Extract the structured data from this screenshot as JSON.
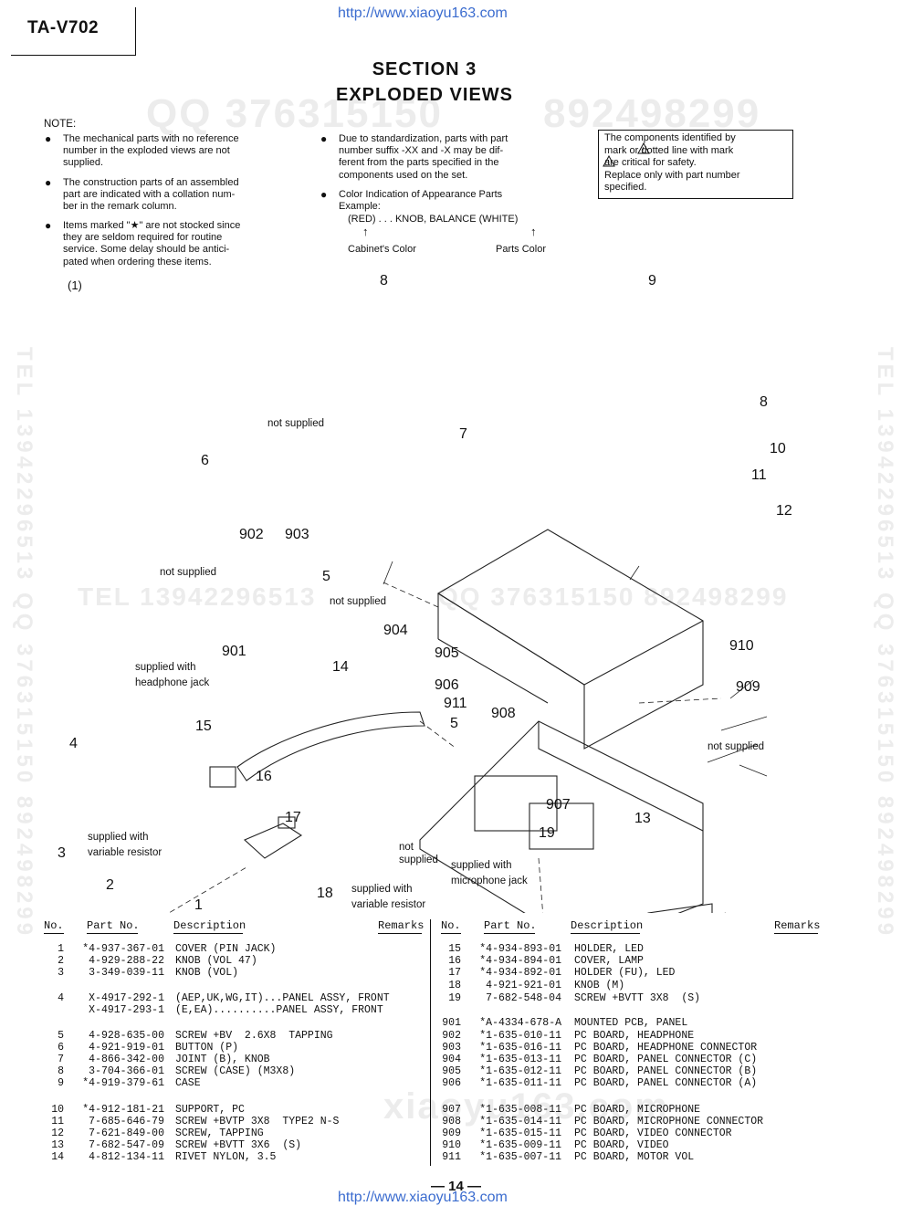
{
  "header": {
    "model": "TA-V702",
    "url_top": "http://www.xiaoyu163.com",
    "url_bottom": "http://www.xiaoyu163.com"
  },
  "title": {
    "line1": "SECTION 3",
    "line2": "EXPLODED VIEWS"
  },
  "watermarks": {
    "qq1": "QQ 376315150",
    "qq2": "892498299",
    "tel_mid": "TEL 13942296513",
    "qq_mid": "QQ 376315150 892498299",
    "side_left": "TEL 13942296513 QQ 376315150 892498299",
    "side_right": "TEL 13942296513 QQ 376315150 892498299",
    "bottom": "xiaoyu163.com"
  },
  "notes": {
    "label": "NOTE:",
    "left": [
      [
        "The mechanical parts with no reference",
        "number in the exploded views are not",
        "supplied."
      ],
      [
        "The construction parts of an assembled",
        "part are indicated with a collation num-",
        "ber in the remark column."
      ],
      [
        "Items marked \"★\" are not stocked since",
        "they are seldom required for routine",
        "service.  Some delay should be antici-",
        "pated when ordering these items."
      ]
    ],
    "right1": [
      "Due to standardization, parts with part",
      "number suffix -XX and -X may be dif-",
      "ferent from the parts specified in the",
      "components used on the set."
    ],
    "right2": [
      "Color Indication of Appearance Parts",
      "Example:"
    ],
    "example": "(RED) . . . KNOB, BALANCE (WHITE)",
    "cabinet_color": "Cabinet's Color",
    "parts_color": "Parts Color",
    "safety": [
      "The  components  identified  by",
      "mark      or dotted line with mark",
      "      are critical for safety.",
      "Replace  only  with  part  number",
      "specified."
    ]
  },
  "diagram": {
    "figure_label": "(1)",
    "callouts": [
      "8",
      "9",
      "8",
      "7",
      "10",
      "11",
      "12",
      "6",
      "902",
      "903",
      "5",
      "904",
      "901",
      "14",
      "905",
      "906",
      "911",
      "910",
      "909",
      "15",
      "4",
      "16",
      "5",
      "908",
      "907",
      "17",
      "13",
      "19",
      "3",
      "2",
      "18",
      "1"
    ],
    "texts": [
      "not supplied",
      "not supplied",
      "not supplied",
      "supplied with",
      "headphone jack",
      "not supplied",
      "supplied with",
      "variable resistor",
      "not",
      "supplied",
      "supplied with",
      "microphone jack",
      "supplied with",
      "variable resistor"
    ]
  },
  "table": {
    "headers": {
      "no": "No.",
      "part": "Part No.",
      "desc": "Description",
      "remarks": "Remarks"
    },
    "left_rows": [
      [
        "1",
        "*4-937-367-01",
        "COVER (PIN JACK)"
      ],
      [
        "2",
        "4-929-288-22",
        "KNOB (VOL 47)"
      ],
      [
        "3",
        "3-349-039-11",
        "KNOB (VOL)"
      ],
      [
        "4",
        "X-4917-292-1",
        "(AEP,UK,WG,IT)...PANEL ASSY, FRONT"
      ],
      [
        "",
        "X-4917-293-1",
        "(E,EA)..........PANEL ASSY, FRONT"
      ],
      [
        "5",
        "4-928-635-00",
        "SCREW +BV  2.6X8  TAPPING"
      ],
      [
        "6",
        "4-921-919-01",
        "BUTTON (P)"
      ],
      [
        "7",
        "4-866-342-00",
        "JOINT (B), KNOB"
      ],
      [
        "8",
        "3-704-366-01",
        "SCREW (CASE) (M3X8)"
      ],
      [
        "9",
        "*4-919-379-61",
        "CASE"
      ],
      [
        "10",
        "*4-912-181-21",
        "SUPPORT, PC"
      ],
      [
        "11",
        "7-685-646-79",
        "SCREW +BVTP 3X8  TYPE2 N-S"
      ],
      [
        "12",
        "7-621-849-00",
        "SCREW, TAPPING"
      ],
      [
        "13",
        "7-682-547-09",
        "SCREW +BVTT 3X6  (S)"
      ],
      [
        "14",
        "4-812-134-11",
        "RIVET NYLON, 3.5"
      ]
    ],
    "right_rows": [
      [
        "15",
        "*4-934-893-01",
        "HOLDER, LED"
      ],
      [
        "16",
        "*4-934-894-01",
        "COVER, LAMP"
      ],
      [
        "17",
        "*4-934-892-01",
        "HOLDER (FU), LED"
      ],
      [
        "18",
        "4-921-921-01",
        "KNOB (M)"
      ],
      [
        "19",
        "7-682-548-04",
        "SCREW +BVTT 3X8  (S)"
      ],
      [
        "901",
        "*A-4334-678-A",
        "MOUNTED PCB, PANEL"
      ],
      [
        "902",
        "*1-635-010-11",
        "PC BOARD, HEADPHONE"
      ],
      [
        "903",
        "*1-635-016-11",
        "PC BOARD, HEADPHONE CONNECTOR"
      ],
      [
        "904",
        "*1-635-013-11",
        "PC BOARD, PANEL CONNECTOR (C)"
      ],
      [
        "905",
        "*1-635-012-11",
        "PC BOARD, PANEL CONNECTOR (B)"
      ],
      [
        "906",
        "*1-635-011-11",
        "PC BOARD, PANEL CONNECTOR (A)"
      ],
      [
        "907",
        "*1-635-008-11",
        "PC BOARD, MICROPHONE"
      ],
      [
        "908",
        "*1-635-014-11",
        "PC BOARD, MICROPHONE CONNECTOR"
      ],
      [
        "909",
        "*1-635-015-11",
        "PC BOARD, VIDEO CONNECTOR"
      ],
      [
        "910",
        "*1-635-009-11",
        "PC BOARD, VIDEO"
      ],
      [
        "911",
        "*1-635-007-11",
        "PC BOARD, MOTOR VOL"
      ]
    ]
  },
  "page_number": "— 14 —"
}
